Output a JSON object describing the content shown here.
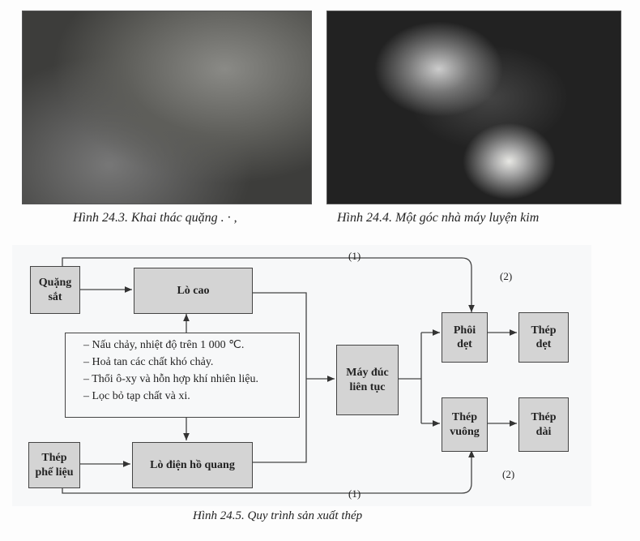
{
  "figures": [
    {
      "caption": "Hình 24.3. Khai thác quặng . · ,"
    },
    {
      "caption": "Hình 24.4. Một góc nhà máy luyện kim"
    }
  ],
  "diagram": {
    "caption": "Hình 24.5. Quy trình sản xuất thép",
    "boxes": {
      "quang_sat": [
        "Quặng",
        "sắt"
      ],
      "lo_cao": "Lò cao",
      "thep_phe_lieu": [
        "Thép",
        "phế liệu"
      ],
      "lo_dien": "Lò điện hồ quang",
      "may_duc": [
        "Máy đúc",
        "liên tục"
      ],
      "phoi_det": [
        "Phôi",
        "dẹt"
      ],
      "thep_vuong": [
        "Thép",
        "vuông"
      ],
      "thep_det": [
        "Thép",
        "dẹt"
      ],
      "thep_dai": [
        "Thép",
        "dài"
      ]
    },
    "notes": [
      "– Nấu chảy, nhiệt độ trên 1 000 ℃.",
      "– Hoả tan các chất khó chảy.",
      "– Thổi ô-xy và hỗn hợp khí nhiên liệu.",
      "– Lọc bỏ tạp chất và xi."
    ],
    "labels": {
      "top1": "(1)",
      "top2": "(2)",
      "bottom1": "(1)",
      "bottom2": "(2)"
    }
  }
}
